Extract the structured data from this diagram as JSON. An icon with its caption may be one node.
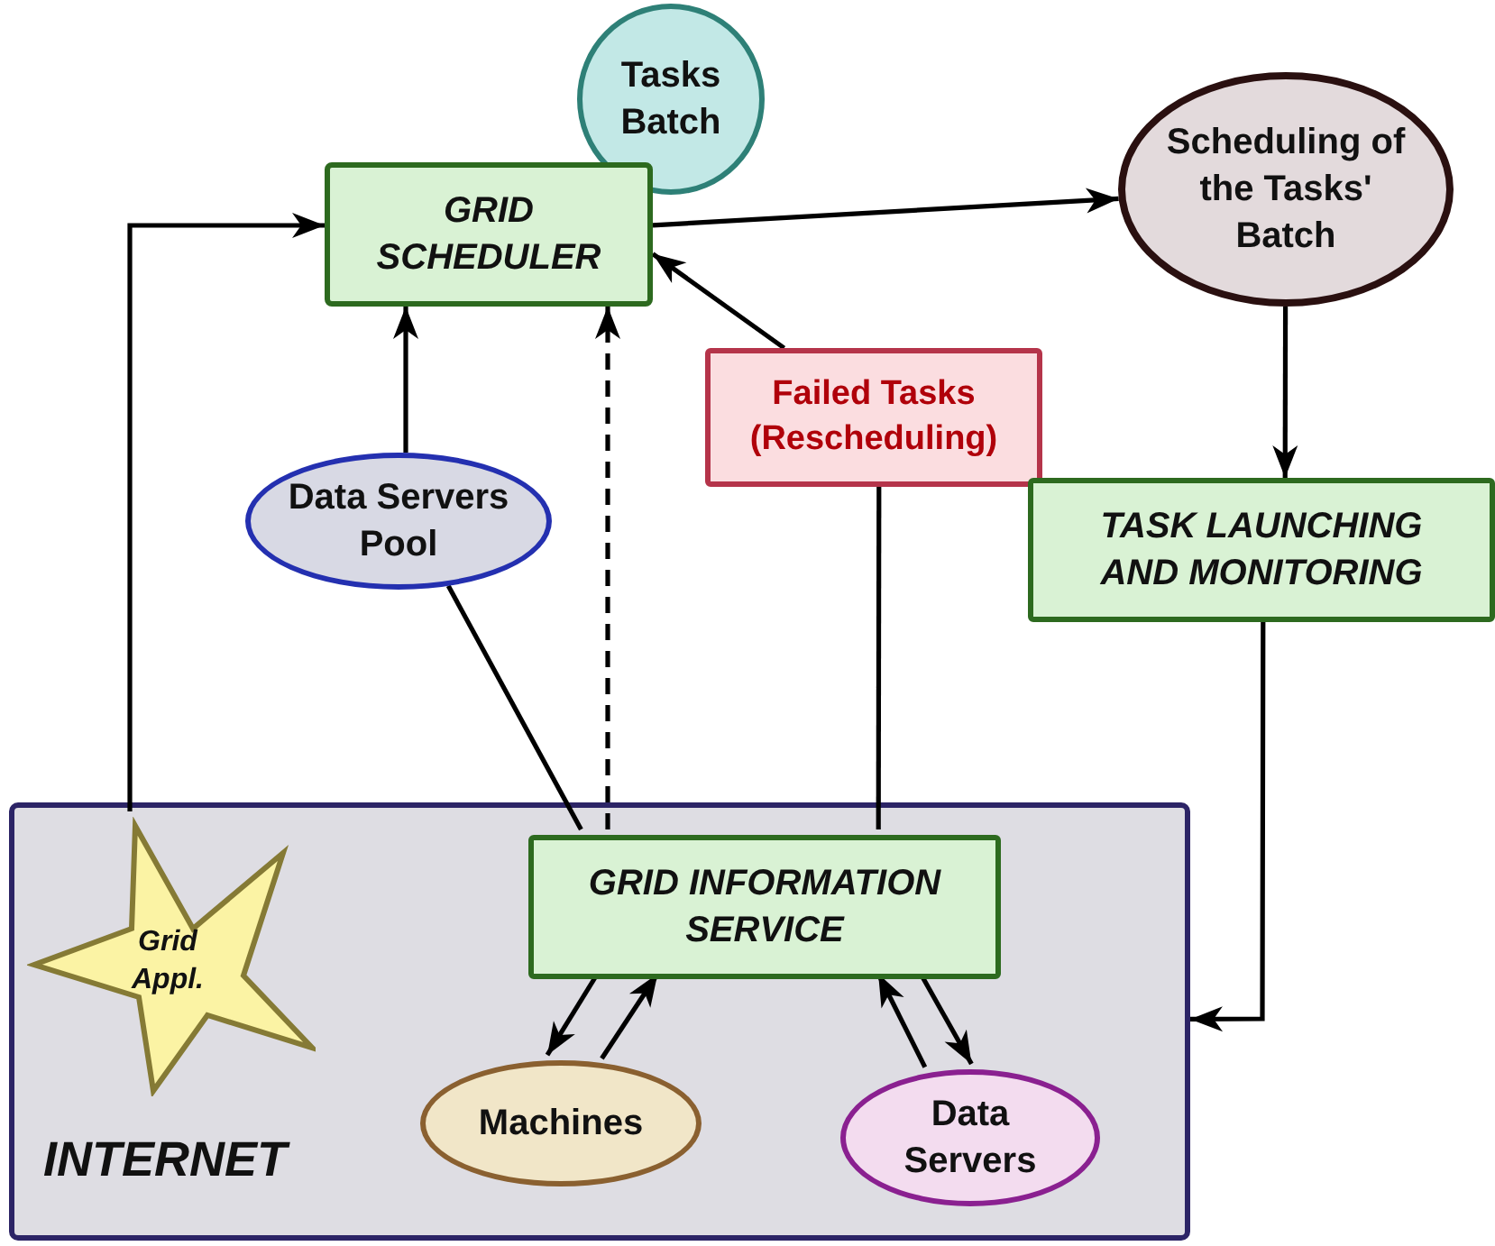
{
  "diagram": {
    "nodes": [
      {
        "text": [
          "Tasks Batch"
        ]
      },
      {
        "text": [
          "GRID SCHEDULER"
        ]
      },
      {
        "text": [
          "Scheduling of the Tasks' Batch"
        ]
      },
      {
        "text": [
          "Failed Tasks (Rescheduling)"
        ]
      },
      {
        "text": [
          "TASK LAUNCHING AND MONITORING"
        ]
      },
      {
        "text": [
          "Data Servers Pool"
        ]
      },
      {
        "text": [
          "INTERNET"
        ]
      },
      {
        "text": [
          "Grid Appl."
        ],
        "in": 6
      },
      {
        "text": [
          "GRID INFORMATION SERVICE"
        ],
        "in": 6
      },
      {
        "text": [
          "Machines"
        ],
        "in": 6
      },
      {
        "text": [
          "Data Servers"
        ],
        "in": 6
      }
    ],
    "edges": [
      {
        "from": 7,
        "to": 1,
        "arrow": "to"
      },
      {
        "from": 1,
        "to": 2,
        "arrow": "to"
      },
      {
        "from": 2,
        "to": 4,
        "arrow": "to"
      },
      {
        "from": 4,
        "to": 6,
        "arrow": "to"
      },
      {
        "from": 5,
        "to": 1,
        "arrow": "to"
      },
      {
        "from": 8,
        "to": 5,
        "arrow": "none"
      },
      {
        "from": 8,
        "to": 1,
        "arrow": "to",
        "style": "dashed"
      },
      {
        "from": 3,
        "to": 1,
        "arrow": "to"
      },
      {
        "from": 8,
        "to": 3,
        "arrow": "none"
      },
      {
        "from": 8,
        "to": 9,
        "arrow": "to"
      },
      {
        "from": 9,
        "to": 8,
        "arrow": "to"
      },
      {
        "from": 10,
        "to": 8,
        "arrow": "to"
      },
      {
        "from": 8,
        "to": 10,
        "arrow": "to"
      }
    ]
  }
}
